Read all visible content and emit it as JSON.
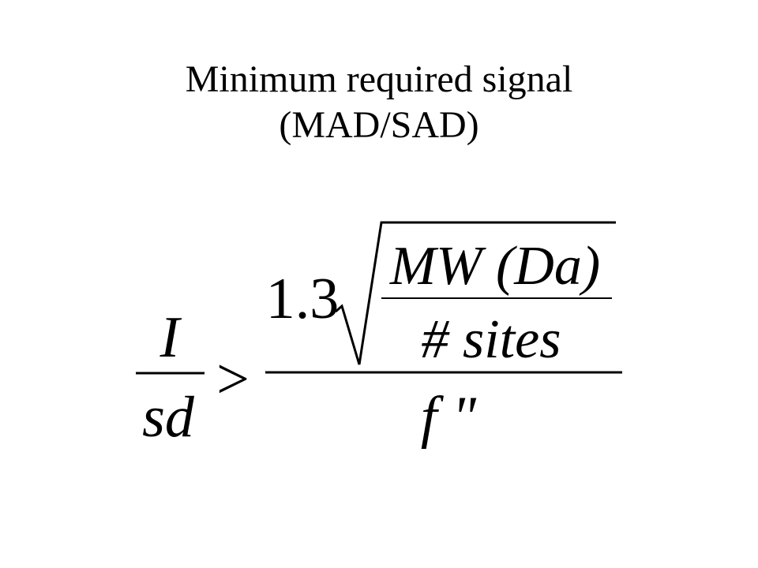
{
  "slide": {
    "title_line1": "Minimum required signal",
    "title_line2": "(MAD/SAD)"
  },
  "formula": {
    "lhs_numerator": "I",
    "lhs_denominator": "sd",
    "operator": ">",
    "coefficient": "1.3",
    "radicand_numerator": "MW (Da)",
    "radicand_denominator": "# sites",
    "rhs_denominator": "f \""
  }
}
